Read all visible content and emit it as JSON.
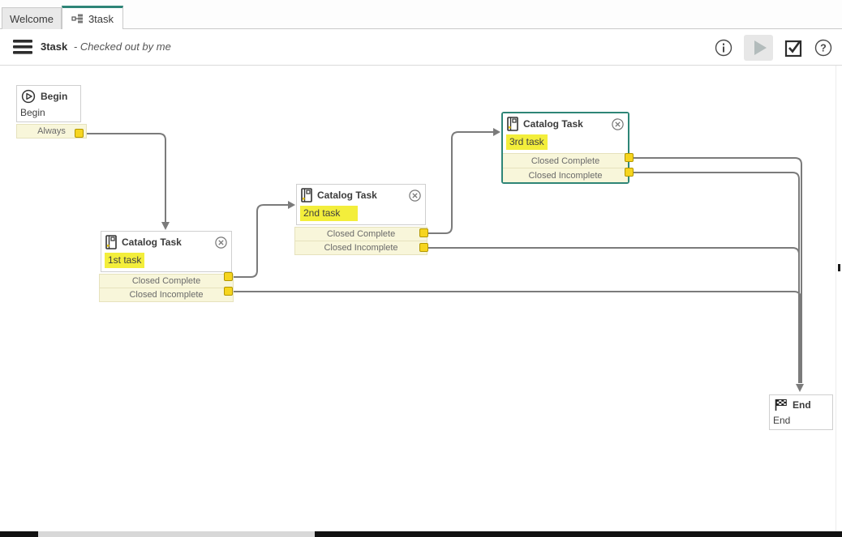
{
  "tab_bar": {
    "tabs": [
      {
        "label": "Welcome",
        "active": false
      },
      {
        "label": "3task",
        "active": true
      }
    ]
  },
  "toolbar": {
    "title": "3task",
    "status": "- Checked out by me",
    "icons": {
      "menu": "hamburger-menu",
      "info": "info-circle",
      "run": "run-workflow-play",
      "validate": "validate-checkbox",
      "help": "help-circle"
    }
  },
  "canvas": {
    "nodes": {
      "begin": {
        "title": "Begin",
        "name": "Begin",
        "outputs": [
          {
            "label": "Always"
          }
        ]
      },
      "task1": {
        "title": "Catalog Task",
        "name": "1st task",
        "outputs": [
          {
            "label": "Closed Complete"
          },
          {
            "label": "Closed Incomplete"
          }
        ]
      },
      "task2": {
        "title": "Catalog Task",
        "name": "2nd task",
        "outputs": [
          {
            "label": "Closed Complete"
          },
          {
            "label": "Closed Incomplete"
          }
        ]
      },
      "task3": {
        "title": "Catalog Task",
        "name": "3rd task",
        "selected": true,
        "outputs": [
          {
            "label": "Closed Complete"
          },
          {
            "label": "Closed Incomplete"
          }
        ]
      },
      "end": {
        "title": "End",
        "name": "End"
      }
    }
  },
  "colors": {
    "accent_teal": "#2e8577",
    "activity_row_yellow": "#f8f6da",
    "port_yellow": "#f6d51f",
    "highlight_yellow": "#f3ee3b",
    "connector_gray": "#7b7b7b"
  }
}
